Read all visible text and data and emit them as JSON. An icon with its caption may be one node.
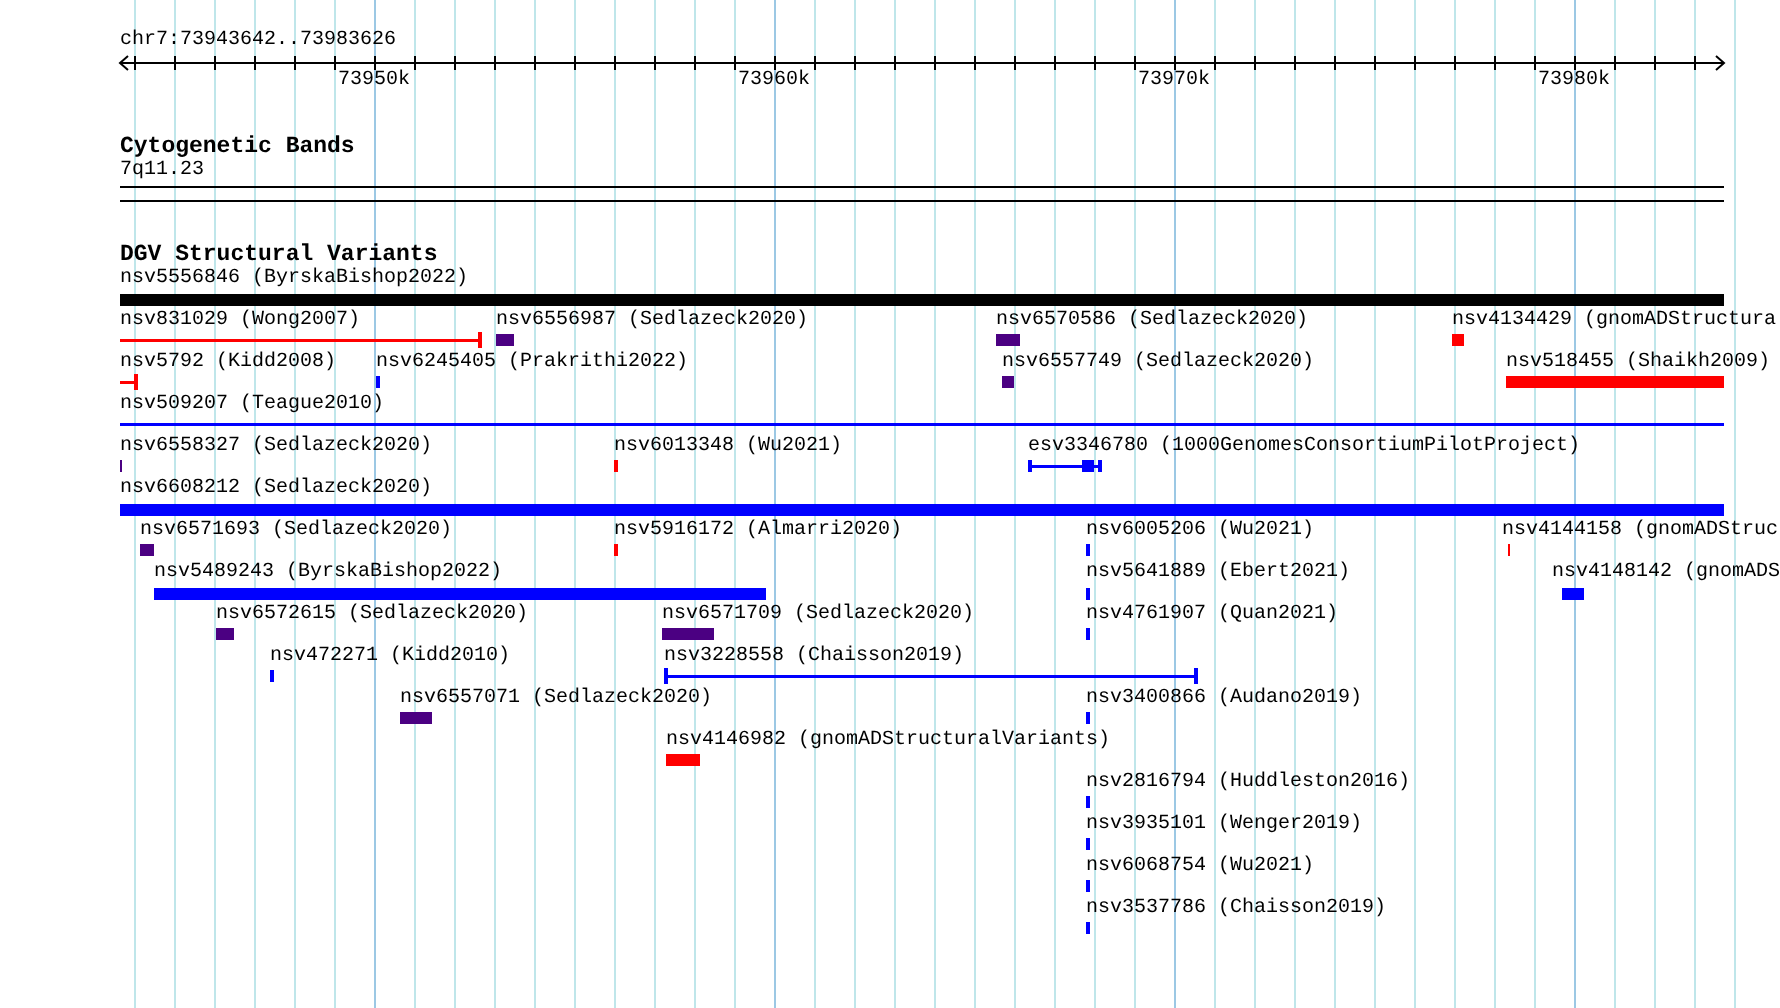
{
  "diagram": {
    "labels": [
      "chr7:73943642..73983626",
      "73950k",
      "73960k",
      "73970k",
      "73980k",
      "Cytogenetic Bands",
      "7q11.23",
      "DGV Structural Variants",
      "nsv5556846 (ByrskaBishop2022)",
      "nsv831029 (Wong2007)",
      "nsv6556987 (Sedlazeck2020)",
      "nsv6570586 (Sedlazeck2020)",
      "nsv4134429 (gnomADStructura",
      "nsv5792 (Kidd2008)",
      "nsv6245405 (Prakrithi2022)",
      "nsv6557749 (Sedlazeck2020)",
      "nsv518455 (Shaikh2009)",
      "nsv509207 (Teague2010)",
      "nsv6558327 (Sedlazeck2020)",
      "nsv6013348 (Wu2021)",
      "esv3346780 (1000GenomesConsortiumPilotProject)",
      "nsv6608212 (Sedlazeck2020)",
      "nsv6571693 (Sedlazeck2020)",
      "nsv5916172 (Almarri2020)",
      "nsv6005206 (Wu2021)",
      "nsv4144158 (gnomADStruc",
      "nsv5489243 (ByrskaBishop2022)",
      "nsv5641889 (Ebert2021)",
      "nsv4148142 (gnomADS",
      "nsv6572615 (Sedlazeck2020)",
      "nsv6571709 (Sedlazeck2020)",
      "nsv4761907 (Quan2021)",
      "nsv472271 (Kidd2010)",
      "nsv3228558 (Chaisson2019)",
      "nsv6557071 (Sedlazeck2020)",
      "nsv3400866 (Audano2019)",
      "nsv4146982 (gnomADStructuralVariants)",
      "nsv2816794 (Huddleston2016)",
      "nsv3935101 (Wenger2019)",
      "nsv6068754 (Wu2021)",
      "nsv3537786 (Chaisson2019)"
    ]
  }
}
